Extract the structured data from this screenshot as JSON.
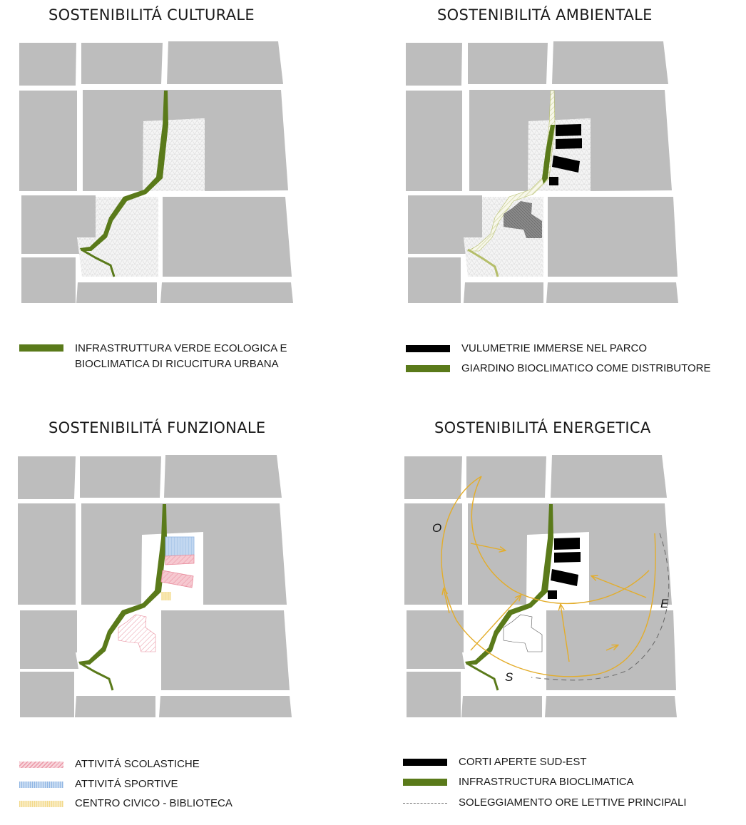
{
  "panels": [
    {
      "title": "SOSTENIBILITÁ CULTURALE",
      "legend": [
        {
          "swatch": "green-bar",
          "text": "INFRASTRUTTURA VERDE ECOLOGICA E BIOCLIMATICA DI RICUCITURA URBANA",
          "lines": [
            "INFRASTRUTTURA VERDE ECOLOGICA E",
            "BIOCLIMATICA DI RICUCITURA URBANA"
          ]
        }
      ]
    },
    {
      "title": "SOSTENIBILITÁ AMBIENTALE",
      "legend": [
        {
          "swatch": "black-bar",
          "text": "VULUMETRIE IMMERSE NEL PARCO"
        },
        {
          "swatch": "green-bar",
          "text": "GIARDINO BIOCLIMATICO COME DISTRIBUTORE"
        }
      ]
    },
    {
      "title": "SOSTENIBILITÁ FUNZIONALE",
      "legend": [
        {
          "swatch": "pink-hatch",
          "text": "ATTIVITÁ SCOLASTICHE"
        },
        {
          "swatch": "blue-hatch",
          "text": "ATTIVITÁ SPORTIVE"
        },
        {
          "swatch": "yellow-hatch",
          "text": "CENTRO CIVICO - BIBLIOTECA"
        }
      ]
    },
    {
      "title": "SOSTENIBILITÁ ENERGETICA",
      "legend": [
        {
          "swatch": "black-bar",
          "text": "CORTI APERTE SUD-EST"
        },
        {
          "swatch": "green-bar",
          "text": "INFRASTRUCTURA BIOCLIMATICA"
        },
        {
          "swatch": "dashed-line",
          "text": "SOLEGGIAMENTO ORE LETTIVE PRINCIPALI"
        }
      ]
    }
  ],
  "compass": {
    "west": "O",
    "east": "E",
    "south": "S"
  },
  "colors": {
    "block": "#bdbdbd",
    "green": "#5a7a1a",
    "sun_path": "#e3ad2b",
    "pink": "#e8899a",
    "blue": "#8fb5e3",
    "yellow": "#f2d98a"
  }
}
